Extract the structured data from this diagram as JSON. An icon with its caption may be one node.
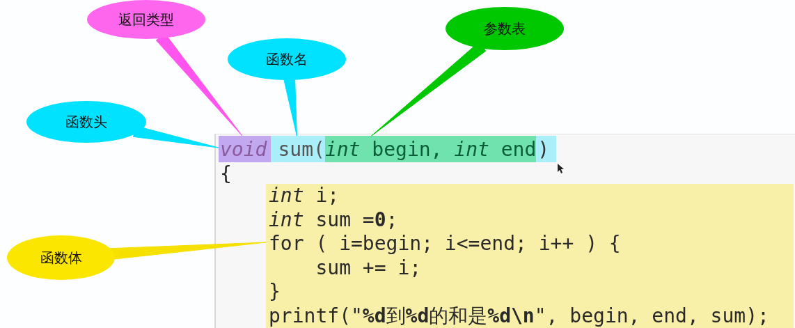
{
  "diagram": {
    "nodes": [
      {
        "text": [
          "返回类型"
        ]
      },
      {
        "text": [
          "函数名"
        ]
      },
      {
        "text": [
          "参数表"
        ]
      },
      {
        "text": [
          "函数头"
        ]
      },
      {
        "text": [
          "函数体"
        ]
      },
      {
        "text": [],
        "shape": "box"
      },
      {
        "text": [
          "void"
        ],
        "in": 5
      },
      {
        "text": [
          "sum("
        ],
        "in": 5
      },
      {
        "text": [
          "*int* begin, *int* end"
        ],
        "in": 5
      },
      {
        "text": [
          ")"
        ],
        "in": 5
      },
      {
        "text": [
          "*int* i;",
          "*int* sum =**0**;",
          "for ( i=begin; i<=end; i++ ) {",
          "sum += i;",
          "}",
          "printf(\"**%d**到**%d**的和是**%d\\n**\", begin, end, sum);"
        ]
      }
    ],
    "edges": [
      {
        "from": 0,
        "to": 6,
        "arrow": "none",
        "color": "#ff55ee"
      },
      {
        "from": 1,
        "to": 7,
        "arrow": "none",
        "color": "#00e0ff"
      },
      {
        "from": 2,
        "to": 8,
        "arrow": "none",
        "color": "#00c800"
      },
      {
        "from": 3,
        "to": 5,
        "arrow": "none",
        "color": "#00e0ff"
      },
      {
        "from": 4,
        "to": 10,
        "arrow": "none",
        "color": "#f5e000"
      }
    ],
    "labels": [
      "{"
    ]
  }
}
